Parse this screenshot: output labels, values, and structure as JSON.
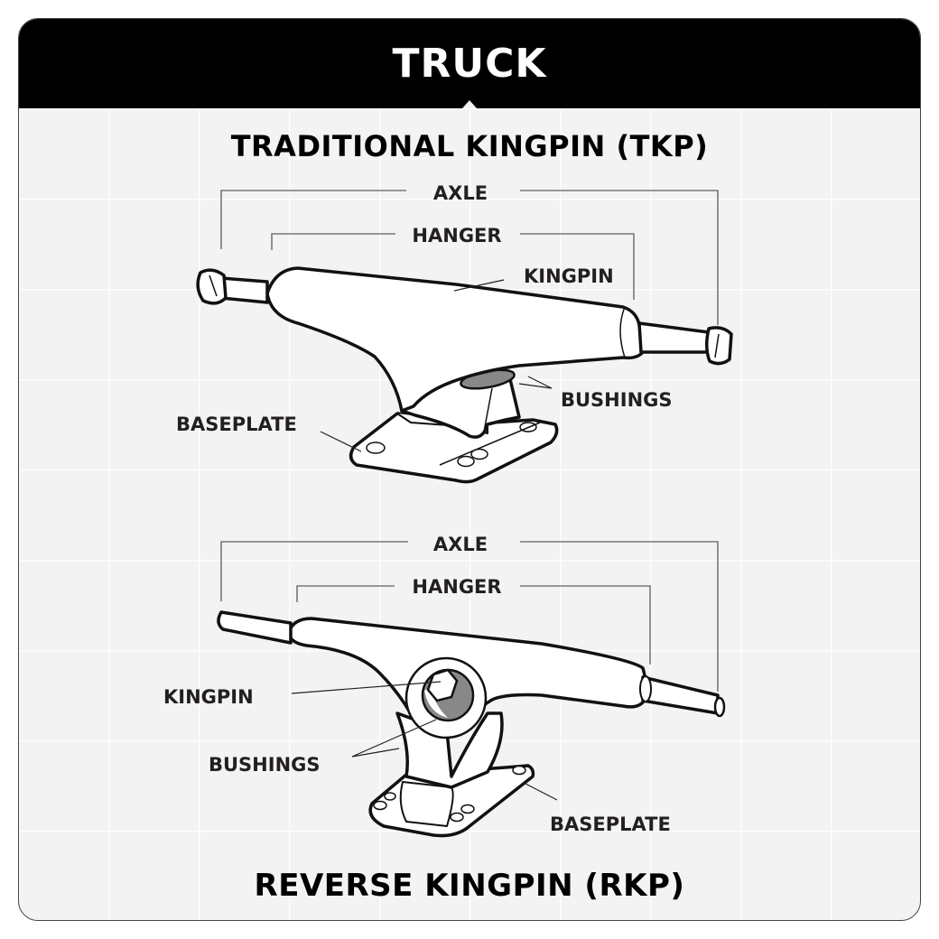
{
  "header": {
    "title": "TRUCK",
    "background": "#000000",
    "title_color": "#ffffff"
  },
  "tkp": {
    "title": "TRADITIONAL KINGPIN (TKP)",
    "labels": {
      "axle": "AXLE",
      "hanger": "HANGER",
      "kingpin": "KINGPIN",
      "bushings": "BUSHINGS",
      "baseplate": "BASEPLATE"
    }
  },
  "divider": {
    "gradient_start": "#6ee60a",
    "gradient_end": "#5a0adc"
  },
  "rkp": {
    "title": "REVERSE KINGPIN (RKP)",
    "labels": {
      "axle": "AXLE",
      "hanger": "HANGER",
      "kingpin": "KINGPIN",
      "bushings": "BUSHINGS",
      "baseplate": "BASEPLATE"
    }
  },
  "colors": {
    "background": "#f3f3f3",
    "grid": "#ffffff",
    "ink": "#111111",
    "bushing_fill": "#8a8a8a",
    "leader": "#777777"
  }
}
